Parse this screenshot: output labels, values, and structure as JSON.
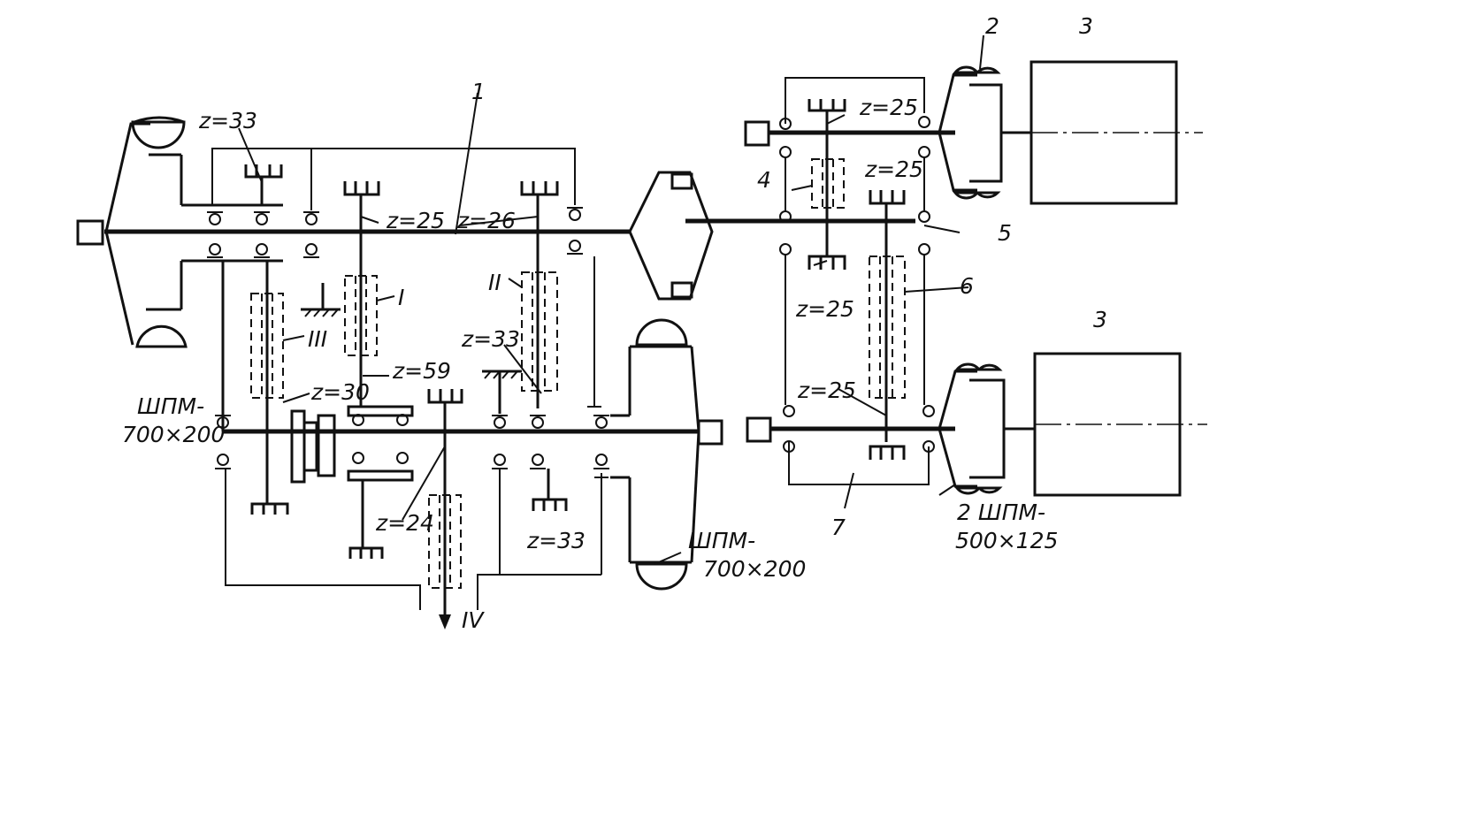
{
  "labels": {
    "ref_1": "1",
    "ref_2": "2",
    "ref_3_top": "3",
    "ref_3_bottom": "3",
    "ref_4": "4",
    "ref_5": "5",
    "ref_6": "6",
    "ref_7": "7",
    "shaft_I": "I",
    "shaft_II": "II",
    "shaft_III": "III",
    "shaft_IV": "IV",
    "z33_top_left": "z=33",
    "z25_left": "z=25",
    "z26": "z=26",
    "z33_mid": "z=33",
    "z59": "z=59",
    "z30": "z=30",
    "z24": "z=24",
    "z33_bottom": "z=33",
    "z25_right_top": "z=25",
    "z25_right_mid": "z=25",
    "z25_right_lower": "z=25",
    "z25_right_bottom": "z=25",
    "brake_left_line1": "ШПМ-",
    "brake_left_line2": "700×200",
    "brake_mid_line1": "ШПМ-",
    "brake_mid_line2": "700×200",
    "brake_right_line1": "2 ШПМ-",
    "brake_right_line2": "500×125"
  },
  "colors": {
    "ink": "#111111",
    "paper": "#ffffff"
  }
}
